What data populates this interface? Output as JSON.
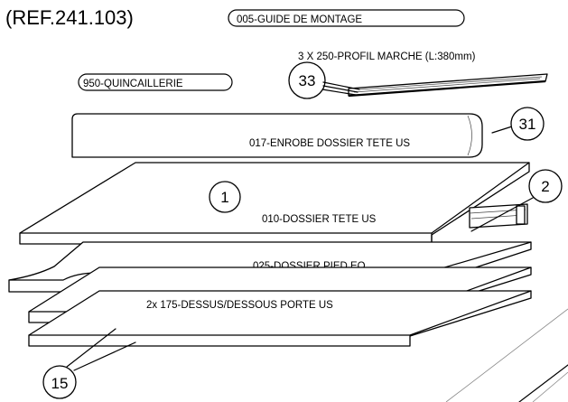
{
  "reference": "(REF.241.103)",
  "labels": {
    "guide": "005-GUIDE DE MONTAGE",
    "quincaillerie": "950-QUINCAILLERIE",
    "profil": "3 X 250-PROFIL MARCHE (L:380mm)",
    "enrobe": "017-ENROBE DOSSIER TETE US",
    "dossier_tete": "010-DOSSIER TETE US",
    "dossier_pied": "025-DOSSIER PIED EQ",
    "dessus_dessous": "2x 175-DESSUS/DESSOUS  PORTE US"
  },
  "callouts": {
    "c1": "1",
    "c2": "2",
    "c15": "15",
    "c31": "31",
    "c33": "33"
  }
}
